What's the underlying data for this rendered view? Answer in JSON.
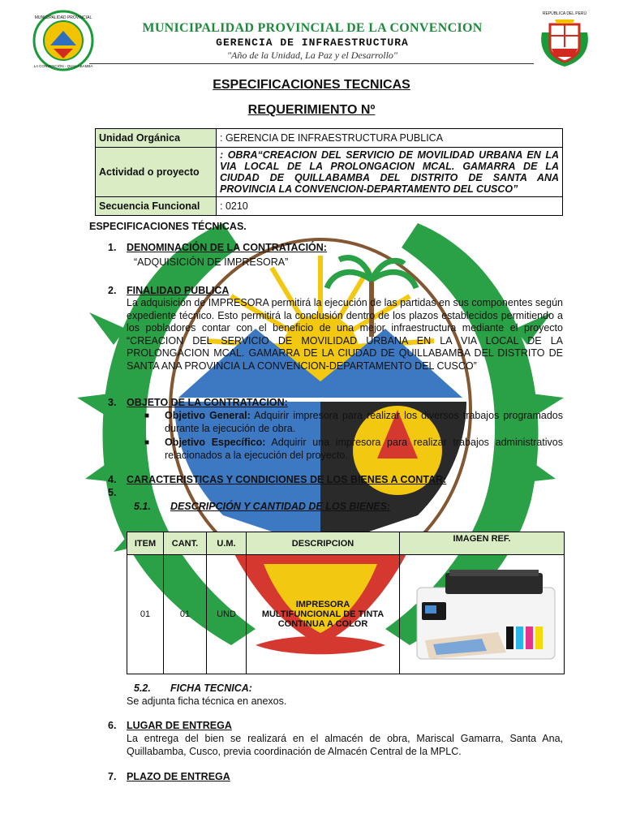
{
  "header": {
    "municipality": "MUNICIPALIDAD PROVINCIAL DE LA CONVENCION",
    "office": "GERENCIA DE INFRAESTRUCTURA",
    "motto": "\"Año de la Unidad, La Paz y el Desarrollo\"",
    "seal_left_text_top": "MUNICIPALIDAD PROVINCIAL",
    "seal_left_text_bottom": "LA CONVENCIÓN - QUILLABAMBA",
    "seal_right_text": "REPÚBLICA DEL PERÚ"
  },
  "titles": {
    "main": "ESPECIFICACIONES TECNICAS",
    "req": "REQUERIMIENTO Nº"
  },
  "info_table": {
    "rows": [
      {
        "label": "Unidad Orgánica",
        "value": ": GERENCIA DE INFRAESTRUCTURA PUBLICA"
      },
      {
        "label": "Actividad o proyecto",
        "value": ": OBRA“CREACION DEL SERVICIO DE MOVILIDAD URBANA EN LA VIA LOCAL DE LA PROLONGACION MCAL. GAMARRA DE LA CIUDAD DE QUILLABAMBA DEL DISTRITO DE SANTA ANA PROVINCIA LA CONVENCION-DEPARTAMENTO DEL CUSCO”"
      },
      {
        "label": "Secuencia Funcional",
        "value": ": 0210"
      }
    ]
  },
  "body": {
    "spec_heading": "ESPECIFICACIONES TÉCNICAS.",
    "s1_num": "1.",
    "s1_head": "DENOMINACIÓN DE LA CONTRATACIÓN:",
    "s1_text": "“ADQUISICIÓN DE IMPRESORA”",
    "s2_num": "2.",
    "s2_head": "FINALIDAD PUBLICA",
    "s2_text": "La adquisición de IMPRESORA permitirá la ejecución de las partidas en sus componentes según expediente técnico. Esto permitirá la conclusión dentro de los plazos establecidos permitiendo a los pobladores contar con el beneficio de una mejor infraestructura mediante el proyecto “CREACION DEL SERVICIO DE MOVILIDAD URBANA EN LA VIA LOCAL DE LA PROLONGACION MCAL. GAMARRA DE LA CIUDAD DE QUILLABAMBA DEL DISTRITO DE SANTA ANA PROVINCIA LA CONVENCION-DEPARTAMENTO DEL CUSCO”",
    "s3_num": "3.",
    "s3_head": "OBJETO DE LA CONTRATACION:",
    "s3_b1_label": "Objetivo General:",
    "s3_b1_text": " Adquirir impresora para realizar los diversos trabajos programados durante la ejecución de obra.",
    "s3_b2_label": "Objetivo Específico:",
    "s3_b2_text": " Adquirir una impresora para realizar trabajos administrativos relacionados a la ejecución del proyecto.",
    "s4_num": "4.",
    "s4_head": "CARACTERISTICAS Y CONDICIONES DE LOS BIENES A CONTAR:",
    "s5_num": "5.",
    "s51_num": "5.1.",
    "s51_head": "DESCRIPCIÓN Y CANTIDAD DE LOS BIENES:",
    "s52_num": "5.2.",
    "s52_head": "FICHA TECNICA:",
    "s52_text": "Se adjunta ficha técnica en anexos.",
    "s6_num": "6.",
    "s6_head": "LUGAR DE ENTREGA",
    "s6_text": "La entrega del bien se realizará en el almacén de obra, Mariscal Gamarra, Santa Ana, Quillabamba, Cusco, previa coordinación de Almacén Central de la MPLC.",
    "s7_num": "7.",
    "s7_head": "PLAZO DE ENTREGA"
  },
  "items_table": {
    "headers": {
      "item": "ITEM",
      "cant": "CANT.",
      "um": "U.M.",
      "desc": "DESCRIPCION",
      "img": "IMAGEN REF."
    },
    "row": {
      "item": "01",
      "cant": "01",
      "um": "UND",
      "desc": "IMPRESORA MULTIFUNCIONAL DE TINTA CONTINUA A COLOR"
    }
  },
  "colors": {
    "green_title": "#1f8a3c",
    "label_bg": "#d9ecc4",
    "wreath": "#1b9a3a"
  }
}
